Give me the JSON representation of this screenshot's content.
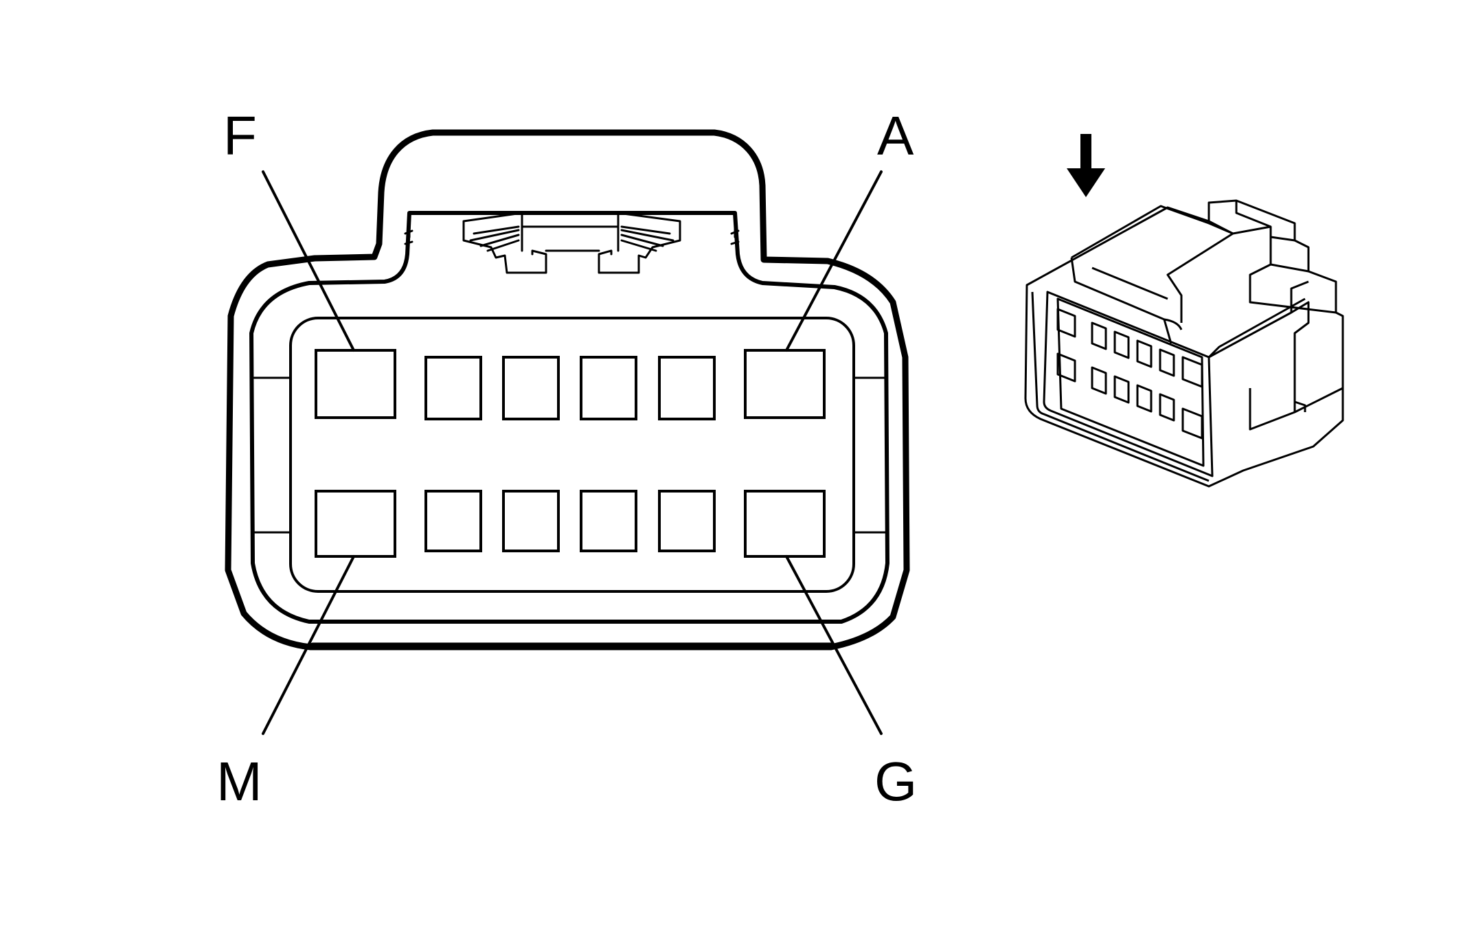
{
  "connector": {
    "pin_labels": {
      "top_left": "F",
      "top_right": "A",
      "bottom_left": "M",
      "bottom_right": "G"
    },
    "cavity_rows": 2,
    "cavities_per_row": 6
  },
  "colors": {
    "line": "#000000",
    "background": "#ffffff"
  },
  "icons": {
    "view_direction": "down-arrow-icon"
  }
}
